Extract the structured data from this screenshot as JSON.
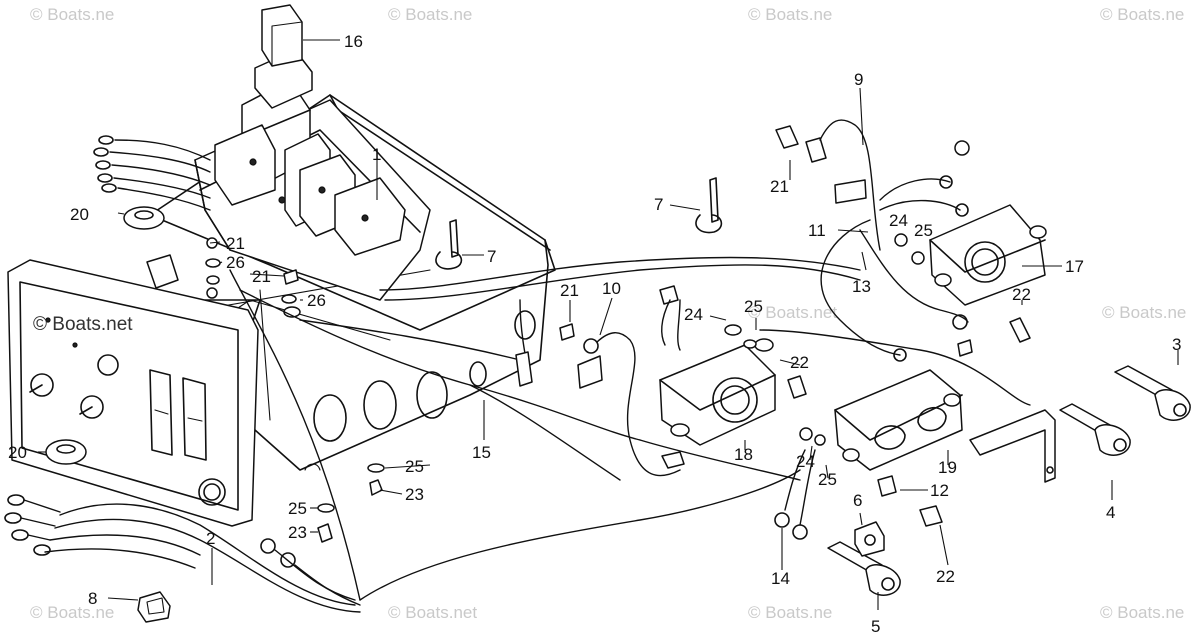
{
  "watermark": {
    "text": "© Boats.net",
    "text_short": "© Boats.ne"
  },
  "callouts": {
    "c1": "1",
    "c2": "2",
    "c3": "3",
    "c4": "4",
    "c5": "5",
    "c6": "6",
    "c7a": "7",
    "c7b": "7",
    "c8": "8",
    "c9": "9",
    "c10": "10",
    "c11": "11",
    "c12": "12",
    "c13": "13",
    "c14": "14",
    "c15": "15",
    "c16": "16",
    "c17": "17",
    "c18": "18",
    "c19": "19",
    "c20a": "20",
    "c20b": "20",
    "c21a": "21",
    "c21b": "21",
    "c21c": "21",
    "c21d": "21",
    "c22a": "22",
    "c22b": "22",
    "c22c": "22",
    "c23a": "23",
    "c23b": "23",
    "c24a": "24",
    "c24b": "24",
    "c24c": "24",
    "c25a": "25",
    "c25b": "25",
    "c25c": "25",
    "c25d": "25",
    "c25e": "25",
    "c26a": "26",
    "c26b": "26"
  },
  "colors": {
    "line": "#111111",
    "background": "#ffffff",
    "watermark": "#c9c9c9"
  }
}
